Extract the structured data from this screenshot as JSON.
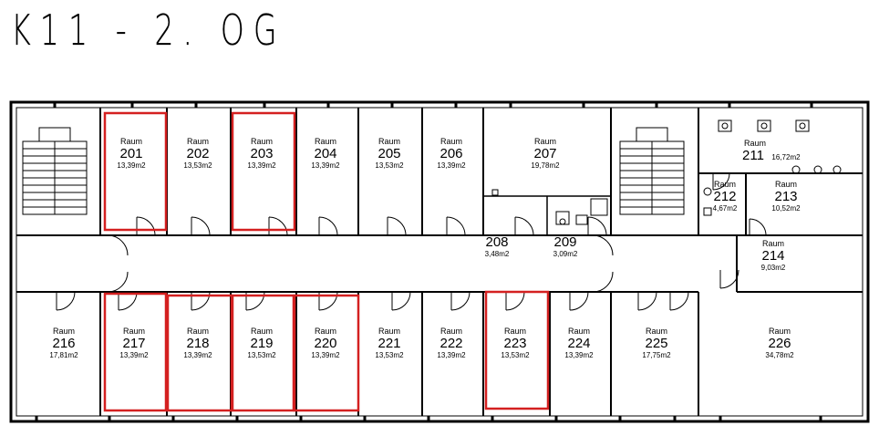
{
  "title": "K11 - 2. OG",
  "colors": {
    "wall": "#000000",
    "highlight": "#d42020",
    "background": "#ffffff"
  },
  "rooms": [
    {
      "id": "201",
      "word": "Raum",
      "area": "13,39m2",
      "highlighted": true
    },
    {
      "id": "202",
      "word": "Raum",
      "area": "13,53m2",
      "highlighted": false
    },
    {
      "id": "203",
      "word": "Raum",
      "area": "13,39m2",
      "highlighted": true
    },
    {
      "id": "204",
      "word": "Raum",
      "area": "13,39m2",
      "highlighted": false
    },
    {
      "id": "205",
      "word": "Raum",
      "area": "13,53m2",
      "highlighted": false
    },
    {
      "id": "206",
      "word": "Raum",
      "area": "13,39m2",
      "highlighted": false
    },
    {
      "id": "207",
      "word": "Raum",
      "area": "19,78m2",
      "highlighted": false
    },
    {
      "id": "208",
      "word": "",
      "area": "3,48m2",
      "highlighted": false
    },
    {
      "id": "209",
      "word": "",
      "area": "3,09m2",
      "highlighted": false
    },
    {
      "id": "211",
      "word": "Raum",
      "area": "16,72m2",
      "highlighted": false
    },
    {
      "id": "212",
      "word": "Raum",
      "area": "4,67m2",
      "highlighted": false
    },
    {
      "id": "213",
      "word": "Raum",
      "area": "10,52m2",
      "highlighted": false
    },
    {
      "id": "214",
      "word": "Raum",
      "area": "9,03m2",
      "highlighted": false
    },
    {
      "id": "216",
      "word": "Raum",
      "area": "17,81m2",
      "highlighted": false
    },
    {
      "id": "217",
      "word": "Raum",
      "area": "13,39m2",
      "highlighted": true
    },
    {
      "id": "218",
      "word": "Raum",
      "area": "13,39m2",
      "highlighted": true
    },
    {
      "id": "219",
      "word": "Raum",
      "area": "13,53m2",
      "highlighted": true
    },
    {
      "id": "220",
      "word": "Raum",
      "area": "13,39m2",
      "highlighted": true
    },
    {
      "id": "221",
      "word": "Raum",
      "area": "13,53m2",
      "highlighted": false
    },
    {
      "id": "222",
      "word": "Raum",
      "area": "13,39m2",
      "highlighted": false
    },
    {
      "id": "223",
      "word": "Raum",
      "area": "13,53m2",
      "highlighted": true
    },
    {
      "id": "224",
      "word": "Raum",
      "area": "13,39m2",
      "highlighted": false
    },
    {
      "id": "225",
      "word": "Raum",
      "area": "17,75m2",
      "highlighted": false
    },
    {
      "id": "226",
      "word": "Raum",
      "area": "34,78m2",
      "highlighted": false
    }
  ]
}
